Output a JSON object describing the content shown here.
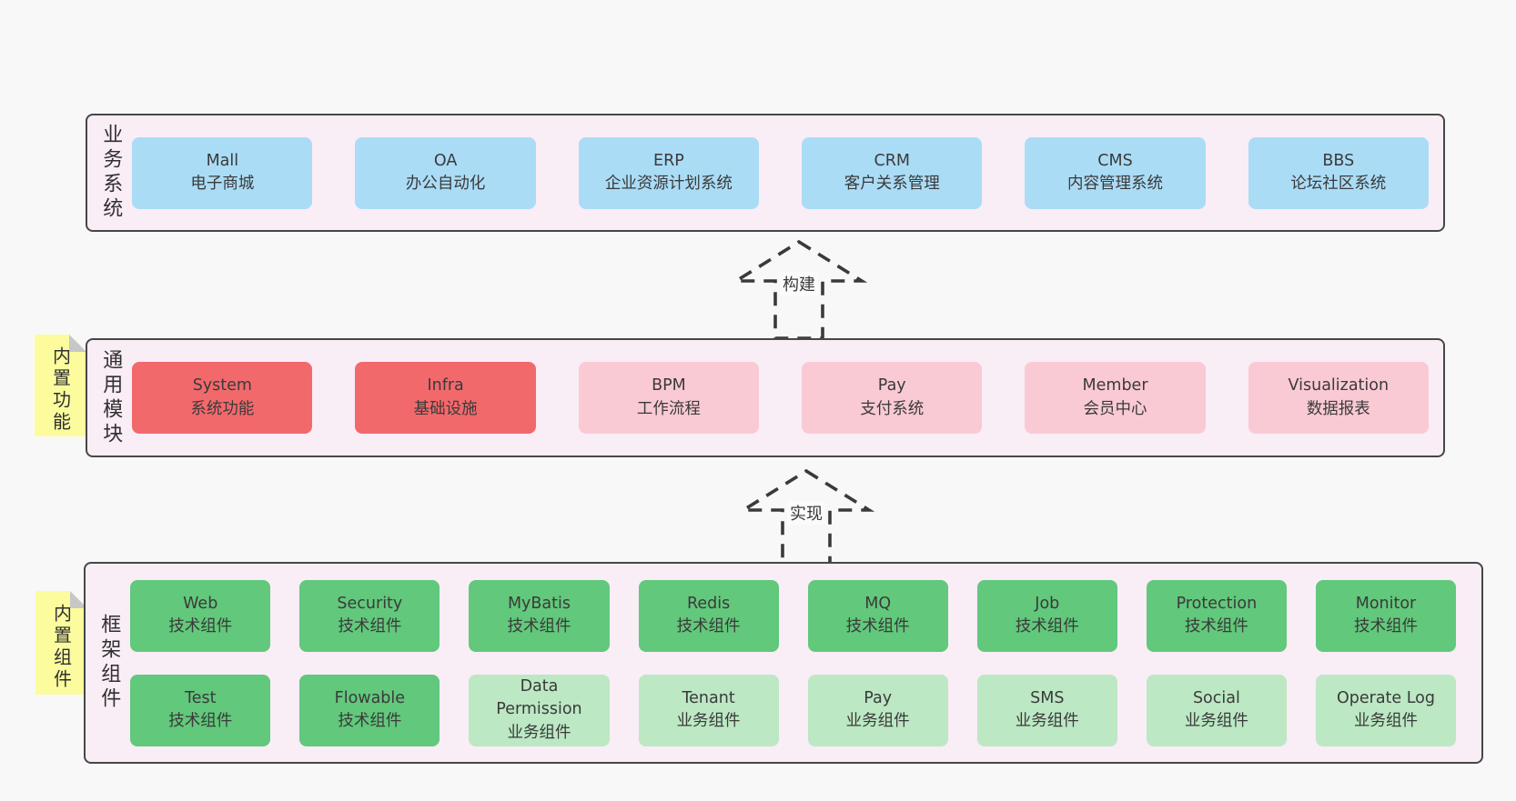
{
  "diagram": {
    "kind": "software-architecture-layers",
    "language": "zh-CN"
  },
  "arrows": [
    {
      "label": "构建"
    },
    {
      "label": "实现"
    }
  ],
  "layers": [
    {
      "id": "business-systems",
      "label": "业务系统",
      "rows": [
        [
          {
            "name": "Mall",
            "desc": "电子商城",
            "type": "blue"
          },
          {
            "name": "OA",
            "desc": "办公自动化",
            "type": "blue"
          },
          {
            "name": "ERP",
            "desc": "企业资源计划系统",
            "type": "blue"
          },
          {
            "name": "CRM",
            "desc": "客户关系管理",
            "type": "blue"
          },
          {
            "name": "CMS",
            "desc": "内容管理系统",
            "type": "blue"
          },
          {
            "name": "BBS",
            "desc": "论坛社区系统",
            "type": "blue"
          }
        ]
      ]
    },
    {
      "id": "common-modules",
      "label": "通用模块",
      "note": "内置功能",
      "rows": [
        [
          {
            "name": "System",
            "desc": "系统功能",
            "type": "red"
          },
          {
            "name": "Infra",
            "desc": "基础设施",
            "type": "red"
          },
          {
            "name": "BPM",
            "desc": "工作流程",
            "type": "pink"
          },
          {
            "name": "Pay",
            "desc": "支付系统",
            "type": "pink"
          },
          {
            "name": "Member",
            "desc": "会员中心",
            "type": "pink"
          },
          {
            "name": "Visualization",
            "desc": "数据报表",
            "type": "pink"
          }
        ]
      ]
    },
    {
      "id": "framework-components",
      "label": "框架组件",
      "note": "内置组件",
      "rows": [
        [
          {
            "name": "Web",
            "desc": "技术组件",
            "type": "green"
          },
          {
            "name": "Security",
            "desc": "技术组件",
            "type": "green"
          },
          {
            "name": "MyBatis",
            "desc": "技术组件",
            "type": "green"
          },
          {
            "name": "Redis",
            "desc": "技术组件",
            "type": "green"
          },
          {
            "name": "MQ",
            "desc": "技术组件",
            "type": "green"
          },
          {
            "name": "Job",
            "desc": "技术组件",
            "type": "green"
          },
          {
            "name": "Protection",
            "desc": "技术组件",
            "type": "green"
          },
          {
            "name": "Monitor",
            "desc": "技术组件",
            "type": "green"
          }
        ],
        [
          {
            "name": "Test",
            "desc": "技术组件",
            "type": "green"
          },
          {
            "name": "Flowable",
            "desc": "技术组件",
            "type": "green"
          },
          {
            "name": "Data Permission",
            "desc": "业务组件",
            "type": "green-light"
          },
          {
            "name": "Tenant",
            "desc": "业务组件",
            "type": "green-light"
          },
          {
            "name": "Pay",
            "desc": "业务组件",
            "type": "green-light"
          },
          {
            "name": "SMS",
            "desc": "业务组件",
            "type": "green-light"
          },
          {
            "name": "Social",
            "desc": "业务组件",
            "type": "green-light"
          },
          {
            "name": "Operate Log",
            "desc": "业务组件",
            "type": "green-light"
          }
        ]
      ]
    }
  ],
  "colors": {
    "background": "#f8f8f8",
    "layer_bg": "#f9edf6",
    "layer_border": "#474747",
    "note_yellow": "#fcfc9e",
    "note_fold_gray": "#c7c7c7",
    "arrow_stroke": "#3a3a3a",
    "text": "#3a3a3a",
    "box": {
      "blue": "#abdcf6",
      "red": "#f2696c",
      "pink": "#facad4",
      "green": "#62c87b",
      "green-light": "#bce8c4"
    }
  }
}
